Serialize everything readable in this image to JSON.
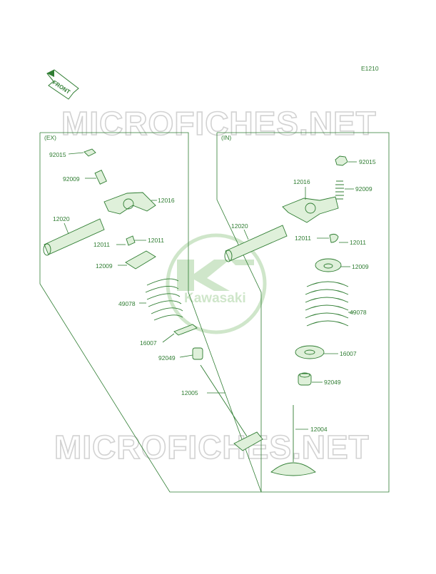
{
  "diagram_code": "E1210",
  "front_label": "FRONT",
  "watermark_text": "MICROFICHES.NET",
  "logo_text": "Kawasaki",
  "colors": {
    "line": "#2f7d32",
    "fill": "#dff0da",
    "watermark": "#d2d2d2"
  },
  "panels": [
    {
      "id": "ex",
      "header": "(EX)"
    },
    {
      "id": "in",
      "header": "(IN)"
    }
  ],
  "ex_labels": [
    "92015",
    "92009",
    "12016",
    "12020",
    "12011",
    "12011",
    "12009",
    "49078",
    "16007",
    "92049",
    "12005"
  ],
  "in_labels": [
    "92015",
    "92009",
    "12016",
    "12020",
    "12011",
    "12011",
    "12009",
    "49078",
    "16007",
    "92049",
    "12004"
  ]
}
